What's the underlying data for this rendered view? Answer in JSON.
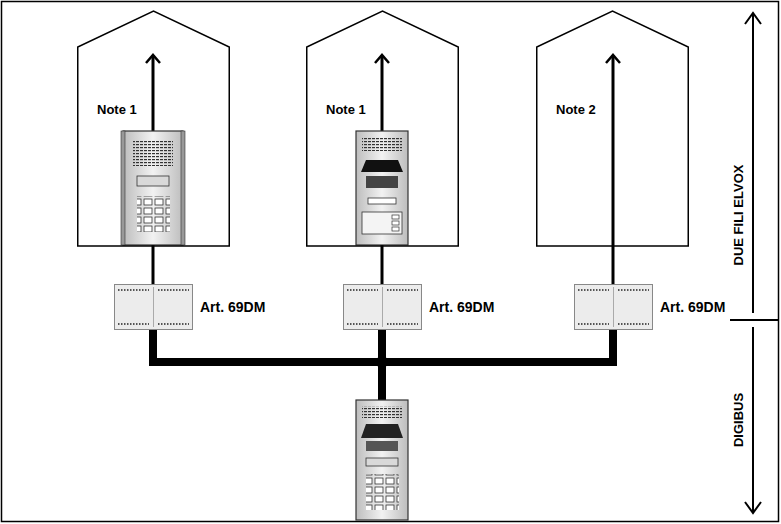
{
  "diagram": {
    "nodes": [
      {
        "text": [
          "Note 1"
        ]
      },
      {
        "text": [
          "Note 1"
        ]
      },
      {
        "text": [
          "Note 2"
        ]
      },
      {
        "text": [
          "Art. 69DM"
        ]
      },
      {
        "text": [
          "Art. 69DM"
        ]
      },
      {
        "text": [
          "Art. 69DM"
        ]
      }
    ],
    "edges": [
      {
        "from": 3,
        "to": 0,
        "arrow": "to"
      },
      {
        "from": 4,
        "to": 1,
        "arrow": "to"
      },
      {
        "from": 5,
        "to": 2,
        "arrow": "to"
      },
      {
        "from": 3,
        "to": 4,
        "arrow": "none"
      },
      {
        "from": 4,
        "to": 5,
        "arrow": "none"
      }
    ],
    "labels": [
      "DUE FILI ELVOX",
      "DIGIBUS"
    ]
  }
}
